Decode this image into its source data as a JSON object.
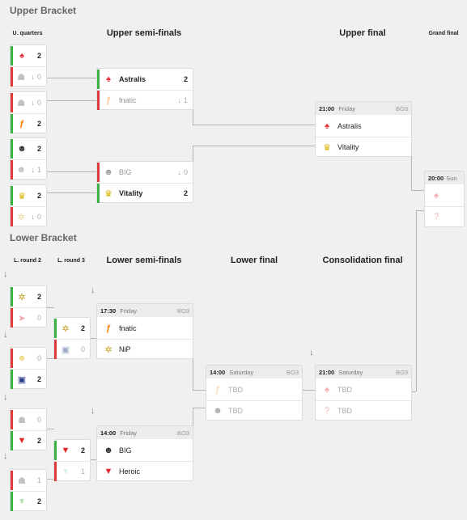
{
  "sections": {
    "upper": "Upper Bracket",
    "lower": "Lower Bracket"
  },
  "columns": {
    "u_quarters": "U. quarters",
    "upper_semis": "Upper semi-finals",
    "upper_final": "Upper final",
    "grand_final": "Grand final",
    "l_round2": "L. round 2",
    "l_round3": "L. round 3",
    "lower_semis": "Lower semi-finals",
    "lower_final": "Lower final",
    "consolidation": "Consolidation final"
  },
  "teams": {
    "astralis": "Astralis",
    "fnatic": "fnatic",
    "big": "BIG",
    "vitality": "Vitality",
    "nip": "NiP",
    "heroic": "Heroic",
    "tbd": "TBD",
    "unknown": "?"
  },
  "matches": {
    "uq1": {
      "a": "2",
      "b": "0"
    },
    "uq2": {
      "a": "0",
      "b": "2"
    },
    "uq3": {
      "a": "2",
      "b": "1"
    },
    "uq4": {
      "a": "2",
      "b": "0"
    },
    "us1": {
      "a": "2",
      "b": "1"
    },
    "us2": {
      "a": "0",
      "b": "2"
    },
    "uf": {
      "time": "21:00",
      "day": "Friday",
      "bo": "BO3"
    },
    "gf": {
      "time": "20:00",
      "day": "Sun"
    },
    "lr2_1": {
      "a": "2",
      "b": "0"
    },
    "lr2_2": {
      "a": "0",
      "b": "2"
    },
    "lr2_3": {
      "a": "0",
      "b": "2"
    },
    "lr2_4": {
      "a": "1",
      "b": "2"
    },
    "lr3_1": {
      "a": "2",
      "b": "0"
    },
    "lr3_2": {
      "a": "2",
      "b": "1"
    },
    "ls1": {
      "time": "17:30",
      "day": "Friday",
      "bo": "BO3"
    },
    "ls2": {
      "time": "14:00",
      "day": "Friday",
      "bo": "BO3"
    },
    "lf": {
      "time": "14:00",
      "day": "Saturday",
      "bo": "BO3"
    },
    "cf": {
      "time": "21:00",
      "day": "Saturday",
      "bo": "BO3"
    }
  },
  "colors": {
    "win": "#3bb143",
    "lose": "#e03b3b",
    "astralis": "#e8343a",
    "fnatic": "#ff7a00",
    "vitality": "#d8b100",
    "nip": "#c9a227",
    "heroic": "#e02828"
  }
}
